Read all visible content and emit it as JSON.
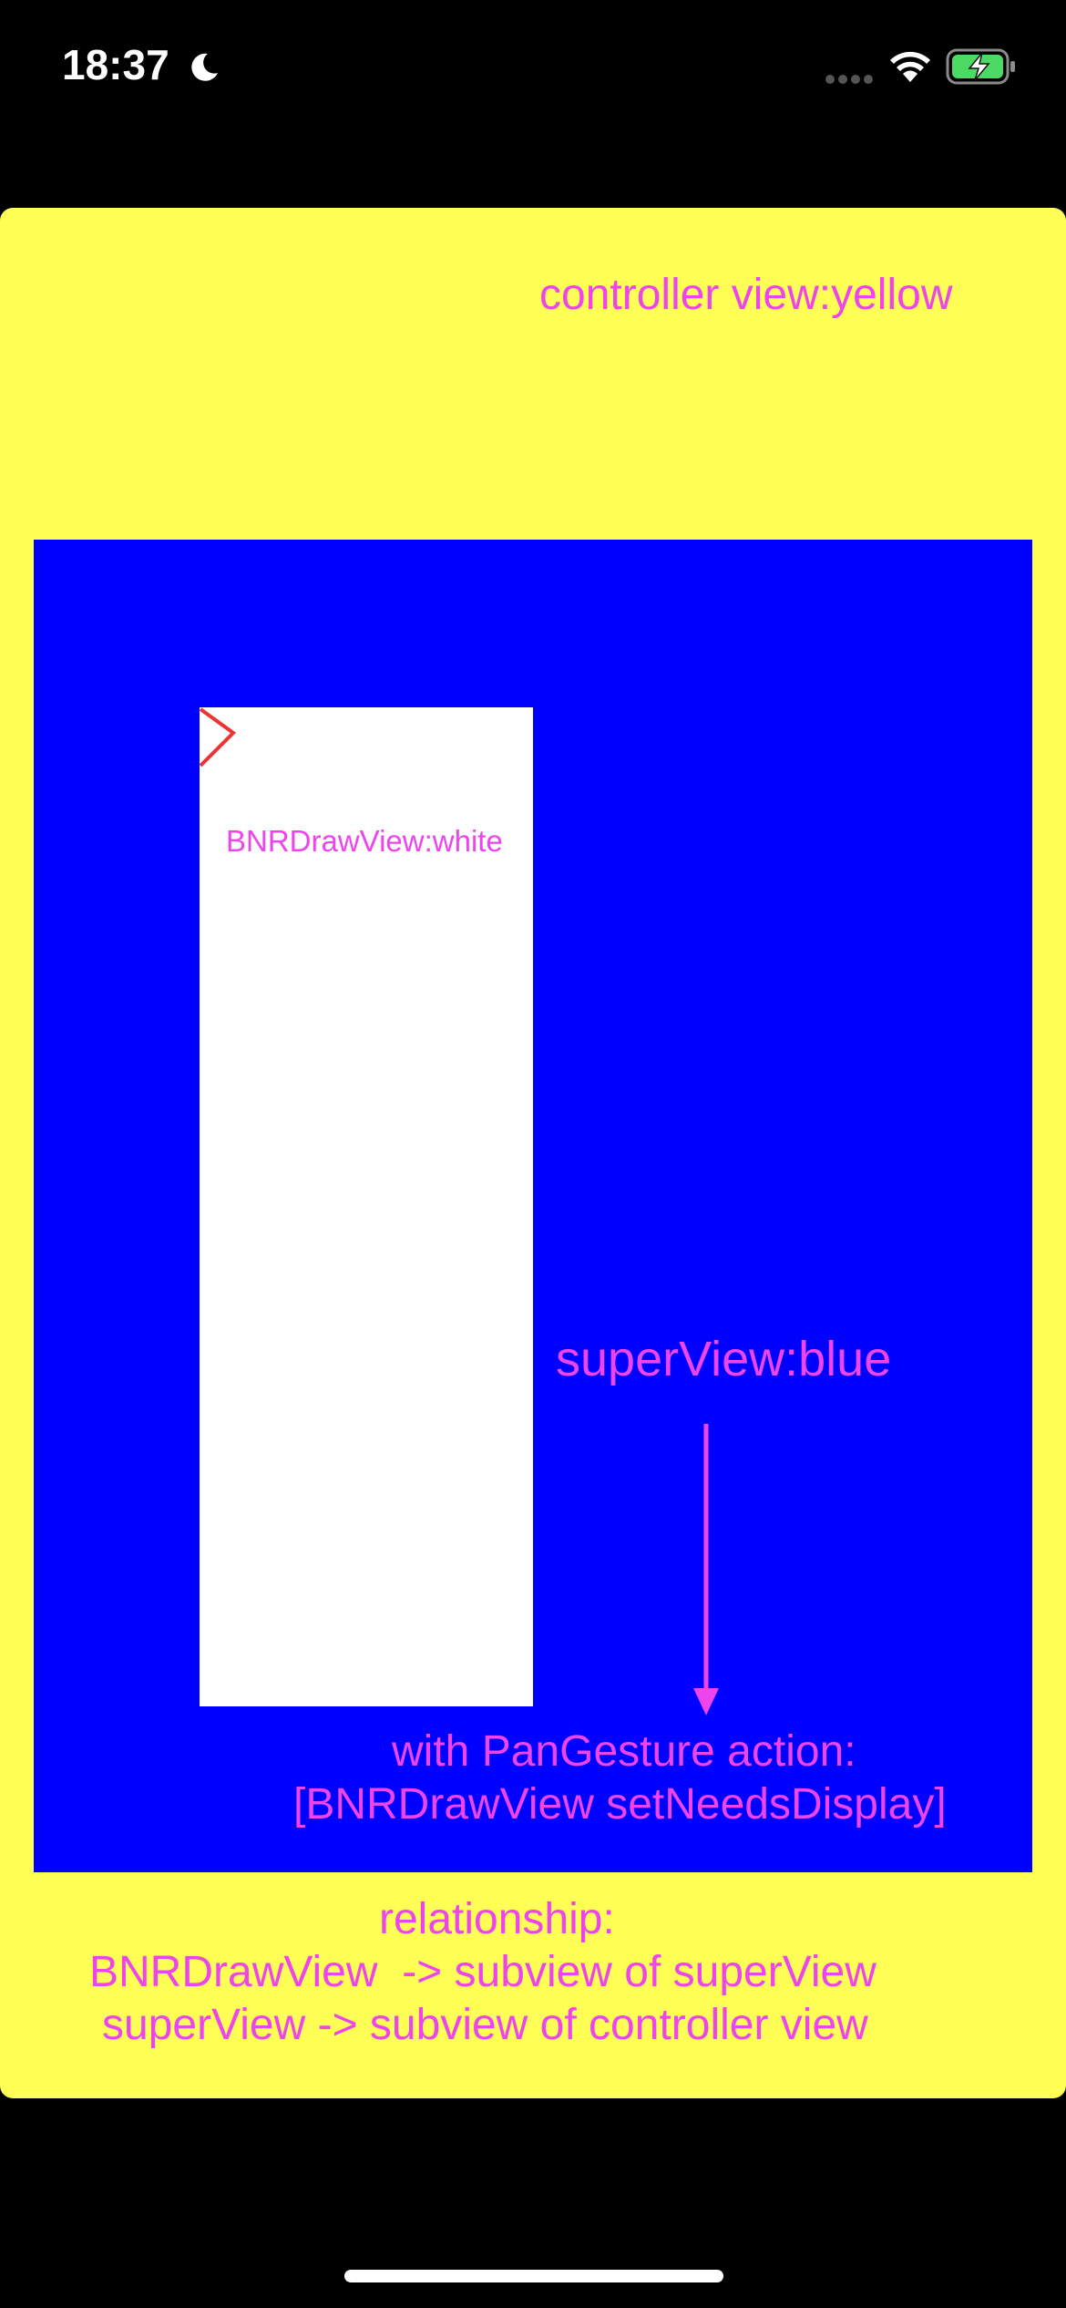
{
  "status_bar": {
    "time": "18:37",
    "icons": [
      "moon-icon",
      "signal-icon",
      "wifi-icon",
      "battery-charging-icon"
    ]
  },
  "controller_view": {
    "label": "controller view:yellow",
    "color": "#ffff55"
  },
  "super_view": {
    "label": "superView:blue",
    "color": "#0000ff"
  },
  "draw_view": {
    "label": "BNRDrawView:white",
    "color": "#ffffff",
    "stroke_color": "#ee3333"
  },
  "gesture": {
    "line1": "with PanGesture action:",
    "line2": "[BNRDrawView setNeedsDisplay]"
  },
  "relationship": {
    "title": "relationship:",
    "line1": "BNRDrawView  -> subview of superView",
    "line2": "superView -> subview of controller view"
  },
  "text_color": "#ee44ee"
}
